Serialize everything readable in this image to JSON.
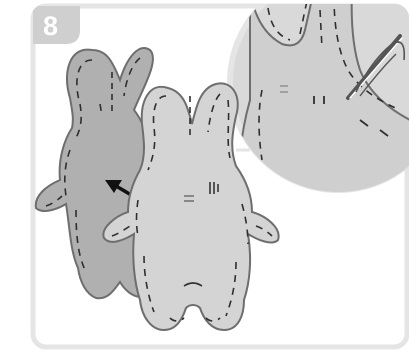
{
  "step": {
    "number": "8"
  },
  "colors": {
    "frame": "#e5e5e5",
    "badge": "#cfcfcf",
    "bunny_back": "#b0b0b0",
    "bunny_front": "#d4d4d4",
    "magnifier": "#d9d9d9",
    "outline": "#6e6e6e",
    "stitch": "#2f2f2f",
    "arrow": "#111111",
    "needle": "#555555"
  },
  "icons": {
    "frame": "rounded-panel",
    "back_piece": "bunny-fabric-piece",
    "front_piece": "bunny-fabric-piece",
    "arrow": "arrow-up-left",
    "zoom": "magnifier-circle",
    "needle": "sewing-needle"
  }
}
